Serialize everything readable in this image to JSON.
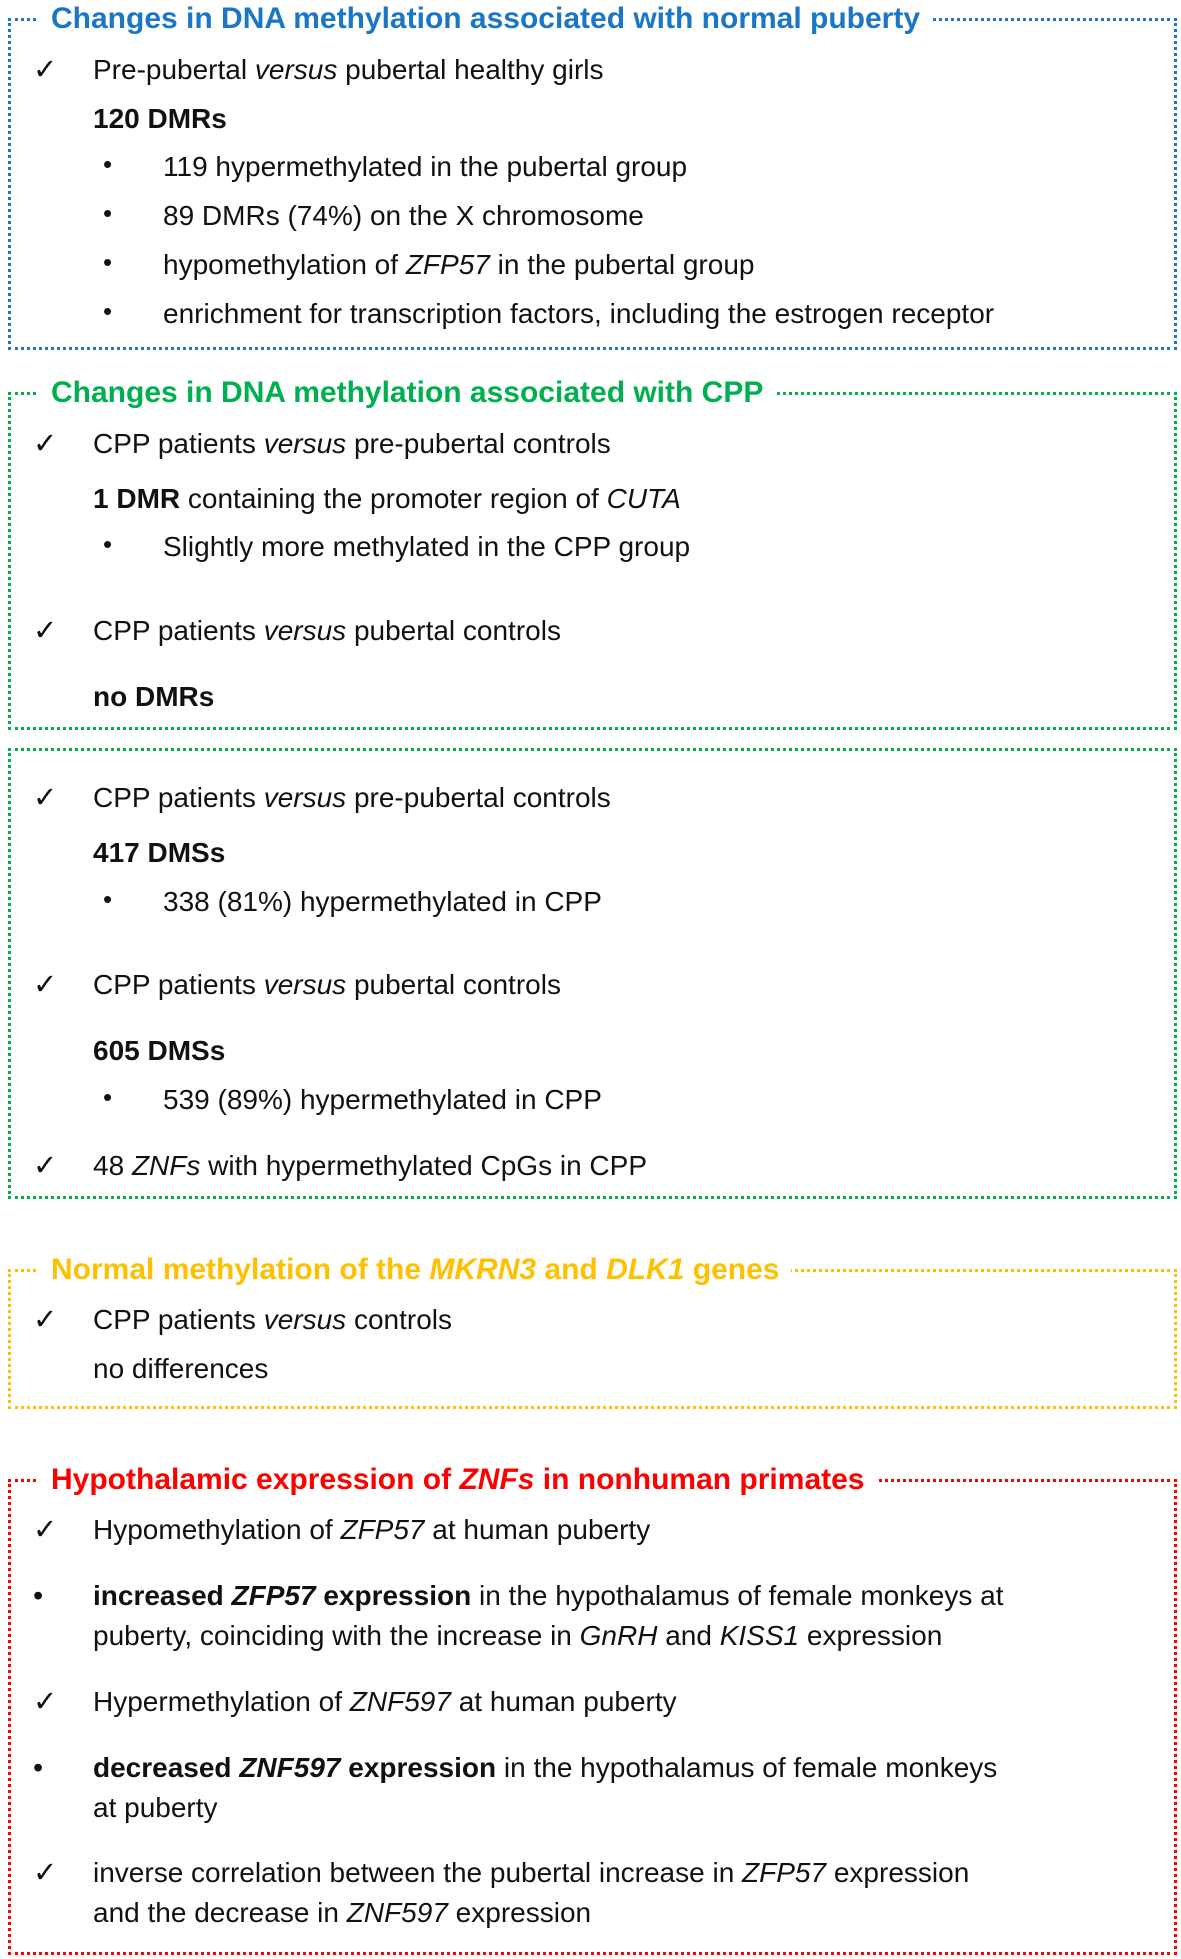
{
  "figure": {
    "check_icon": "✓",
    "bullet_icon": "•",
    "text_color": "#111111",
    "background": "#FFFFFF"
  },
  "boxes": [
    {
      "id": "normal-puberty",
      "accent": "#1B76C6",
      "title": [
        {
          "t": "Changes in DNA methylation associated with normal puberty"
        }
      ],
      "rows": [
        {
          "marker": "check",
          "segments": [
            {
              "t": "Pre-pubertal "
            },
            {
              "t": "versus",
              "i": true
            },
            {
              "t": " pubertal healthy girls"
            }
          ]
        },
        {
          "marker": "none",
          "segments": [
            {
              "t": "120 DMRs",
              "b": true
            }
          ]
        },
        {
          "marker": "bullet",
          "indent": true,
          "segments": [
            {
              "t": "119 hypermethylated in the pubertal group"
            }
          ]
        },
        {
          "marker": "bullet",
          "indent": true,
          "segments": [
            {
              "t": "89 DMRs (74%) on the X chromosome"
            }
          ]
        },
        {
          "marker": "bullet",
          "indent": true,
          "segments": [
            {
              "t": "hypomethylation of "
            },
            {
              "t": "ZFP57",
              "i": true
            },
            {
              "t": " in the pubertal group"
            }
          ]
        },
        {
          "marker": "bullet",
          "indent": true,
          "segments": [
            {
              "t": "enrichment for transcription factors, including the estrogen receptor"
            }
          ]
        }
      ]
    },
    {
      "id": "cpp-dmrs",
      "accent": "#00B050",
      "title": [
        {
          "t": "Changes in DNA methylation associated with CPP"
        }
      ],
      "rows": [
        {
          "marker": "check",
          "segments": [
            {
              "t": "CPP patients "
            },
            {
              "t": "versus",
              "i": true
            },
            {
              "t": " pre-pubertal controls"
            }
          ]
        },
        {
          "marker": "none",
          "space": "sm",
          "segments": [
            {
              "t": "1 DMR",
              "b": true
            },
            {
              "t": " containing the promoter region of "
            },
            {
              "t": "CUTA",
              "i": true
            }
          ]
        },
        {
          "marker": "bullet",
          "indent": true,
          "segments": [
            {
              "t": "Slightly more methylated in the CPP group"
            }
          ]
        },
        {
          "marker": "check",
          "space": "lg",
          "segments": [
            {
              "t": "CPP patients "
            },
            {
              "t": "versus",
              "i": true
            },
            {
              "t": " pubertal controls"
            }
          ]
        },
        {
          "marker": "none",
          "space": "md",
          "segments": [
            {
              "t": "no DMRs",
              "b": true
            }
          ]
        }
      ]
    },
    {
      "id": "cpp-dmss",
      "accent": "#00B050",
      "title": null,
      "rows": [
        {
          "marker": "check",
          "segments": [
            {
              "t": "CPP patients "
            },
            {
              "t": "versus",
              "i": true
            },
            {
              "t": " pre-pubertal controls"
            }
          ]
        },
        {
          "marker": "none",
          "space": "sm",
          "segments": [
            {
              "t": "417 DMSs",
              "b": true
            }
          ]
        },
        {
          "marker": "bullet",
          "indent": true,
          "segments": [
            {
              "t": "338 (81%) hypermethylated in CPP"
            }
          ]
        },
        {
          "marker": "check",
          "space": "lg",
          "segments": [
            {
              "t": "CPP patients "
            },
            {
              "t": "versus",
              "i": true
            },
            {
              "t": " pubertal controls"
            }
          ]
        },
        {
          "marker": "none",
          "space": "md",
          "segments": [
            {
              "t": "605 DMSs",
              "b": true
            }
          ]
        },
        {
          "marker": "bullet",
          "indent": true,
          "segments": [
            {
              "t": "539 (89%) hypermethylated in CPP"
            }
          ]
        },
        {
          "marker": "check",
          "space": "md",
          "segments": [
            {
              "t": "48 "
            },
            {
              "t": "ZNFs",
              "i": true
            },
            {
              "t": " with hypermethylated CpGs in CPP"
            }
          ]
        }
      ]
    },
    {
      "id": "mkrn3-dlk1",
      "accent": "#FFC000",
      "title": [
        {
          "t": "Normal methylation of the "
        },
        {
          "t": "MKRN3",
          "i": true
        },
        {
          "t": " and "
        },
        {
          "t": "DLK1",
          "i": true
        },
        {
          "t": " genes"
        }
      ],
      "rows": [
        {
          "marker": "check",
          "segments": [
            {
              "t": "CPP patients "
            },
            {
              "t": "versus",
              "i": true
            },
            {
              "t": " controls"
            }
          ]
        },
        {
          "marker": "none",
          "segments": [
            {
              "t": "no differences"
            }
          ]
        }
      ]
    },
    {
      "id": "znf-primates",
      "accent": "#FE0000",
      "title": [
        {
          "t": "Hypothalamic expression of "
        },
        {
          "t": "ZNFs",
          "i": true
        },
        {
          "t": " in nonhuman primates"
        }
      ],
      "rows": [
        {
          "marker": "check",
          "segments": [
            {
              "t": "Hypomethylation of "
            },
            {
              "t": "ZFP57",
              "i": true
            },
            {
              "t": " at human puberty"
            }
          ]
        },
        {
          "marker": "bullet",
          "space": "md",
          "segments": [
            {
              "t": "increased ",
              "b": true
            },
            {
              "t": "ZFP57",
              "b": true,
              "i": true
            },
            {
              "t": " expression",
              "b": true
            },
            {
              "t": " in the hypothalamus of female monkeys at"
            },
            {
              "br": true
            },
            {
              "t": "puberty, coinciding with the increase in "
            },
            {
              "t": "GnRH",
              "i": true
            },
            {
              "t": " and "
            },
            {
              "t": "KISS1",
              "i": true
            },
            {
              "t": " expression"
            }
          ]
        },
        {
          "marker": "check",
          "space": "md",
          "segments": [
            {
              "t": "Hypermethylation of "
            },
            {
              "t": "ZNF597",
              "i": true
            },
            {
              "t": " at human puberty"
            }
          ]
        },
        {
          "marker": "bullet",
          "space": "md",
          "segments": [
            {
              "t": "decreased ",
              "b": true
            },
            {
              "t": "ZNF597",
              "b": true,
              "i": true
            },
            {
              "t": " expression",
              "b": true
            },
            {
              "t": " in the hypothalamus of female monkeys"
            },
            {
              "br": true
            },
            {
              "t": "at puberty"
            }
          ]
        },
        {
          "marker": "check",
          "space": "md",
          "segments": [
            {
              "t": " inverse correlation between the pubertal increase in "
            },
            {
              "t": "ZFP57",
              "i": true
            },
            {
              "t": " expression"
            },
            {
              "br": true
            },
            {
              "t": "and the decrease in "
            },
            {
              "t": "ZNF597",
              "i": true
            },
            {
              "t": " expression"
            }
          ]
        }
      ]
    }
  ]
}
